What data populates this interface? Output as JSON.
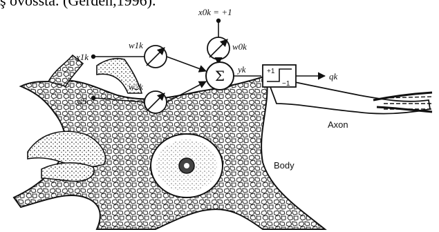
{
  "caption": "ş ovossta. (Gerden,1996).",
  "diagram": {
    "inputs": {
      "bias_input": "x0k = +1",
      "x1": "x1k",
      "x2": "x2k"
    },
    "weights": {
      "w1": "w1k",
      "w2": "w2k",
      "w0": "w0k"
    },
    "sum_symbol": "Σ",
    "sum_output": "yk",
    "activation": {
      "upper": "+1",
      "lower": "−1"
    },
    "final_output": "qk",
    "regions": {
      "axon": "Axon",
      "body": "Body"
    }
  }
}
